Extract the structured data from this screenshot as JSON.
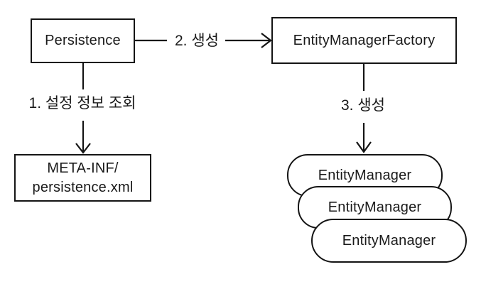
{
  "nodes": {
    "persistence": {
      "label": "Persistence"
    },
    "entity_manager_factory": {
      "label": "EntityManagerFactory"
    },
    "config_file": {
      "lines": [
        "META-INF/",
        "persistence.xml"
      ]
    },
    "entity_managers": [
      {
        "label": "EntityManager"
      },
      {
        "label": "EntityManager"
      },
      {
        "label": "EntityManager"
      }
    ]
  },
  "edges": {
    "step1": {
      "label": "1. 설정 정보 조회"
    },
    "step2": {
      "label": "2. 생성"
    },
    "step3": {
      "label": "3. 생성"
    }
  },
  "colors": {
    "background": "#ffffff",
    "stroke": "#141414",
    "text": "#1a1a1a"
  }
}
